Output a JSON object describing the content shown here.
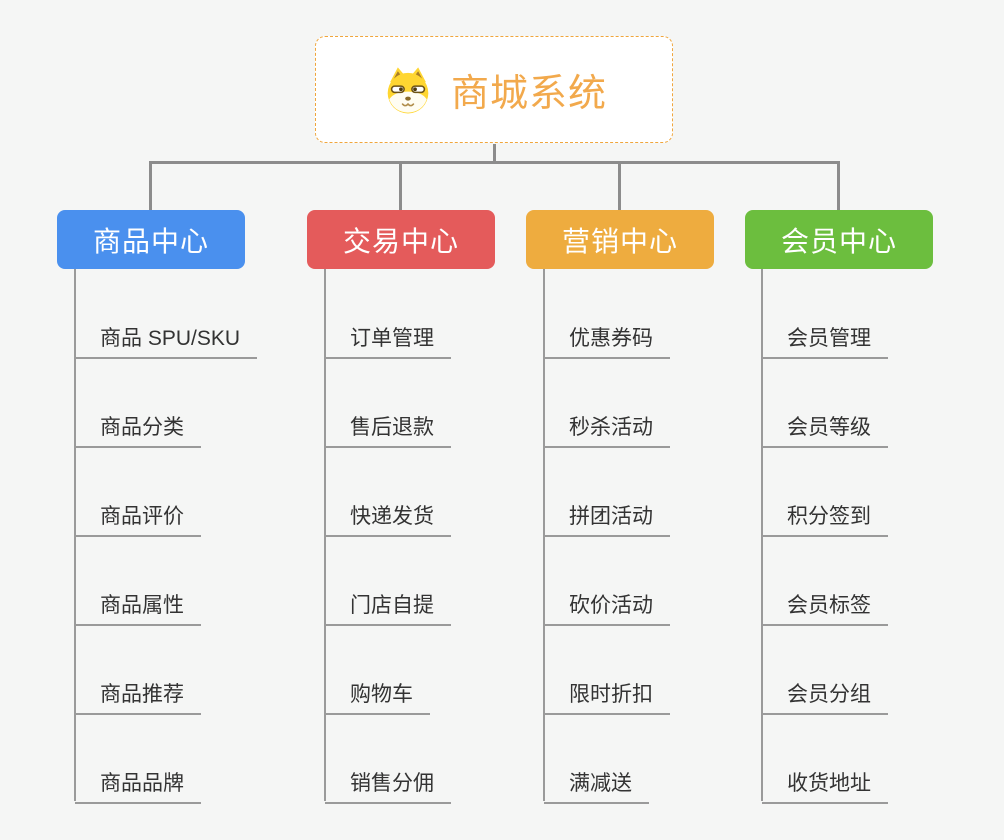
{
  "root": {
    "label": "商城系统",
    "icon": "shiba-dog-icon",
    "border_color": "#f0a63c",
    "text_color": "#f2a94c"
  },
  "connector_color": "#8c8c8c",
  "branches": [
    {
      "label": "商品中心",
      "color": "#4a90ee",
      "children": [
        "商品 SPU/SKU",
        "商品分类",
        "商品评价",
        "商品属性",
        "商品推荐",
        "商品品牌"
      ]
    },
    {
      "label": "交易中心",
      "color": "#e45b5b",
      "children": [
        "订单管理",
        "售后退款",
        "快递发货",
        "门店自提",
        "购物车",
        "销售分佣"
      ]
    },
    {
      "label": "营销中心",
      "color": "#eeac3f",
      "children": [
        "优惠券码",
        "秒杀活动",
        "拼团活动",
        "砍价活动",
        "限时折扣",
        "满减送"
      ]
    },
    {
      "label": "会员中心",
      "color": "#6cbe3e",
      "children": [
        "会员管理",
        "会员等级",
        "积分签到",
        "会员标签",
        "会员分组",
        "收货地址"
      ]
    }
  ]
}
